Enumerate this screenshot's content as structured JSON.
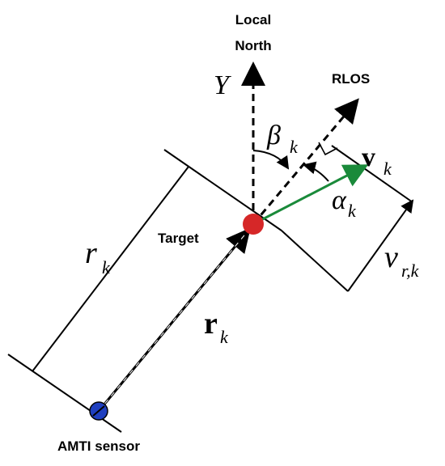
{
  "labels": {
    "north_line1": "Local",
    "north_line2": "North",
    "y_axis": "Y",
    "rlos": "RLOS",
    "target": "Target",
    "sensor": "AMTI sensor",
    "beta_sym": "β",
    "alpha_sym": "α",
    "v_sym": "v",
    "r_italic_sym": "r",
    "r_bold_sym": "r",
    "vr_sym": "v",
    "sub_k": "k",
    "sub_rk": "r,k"
  },
  "colors": {
    "target_fill": "#d62728",
    "sensor_fill": "#1f3fbf",
    "velocity": "#1a8a3a",
    "line": "#000000"
  }
}
